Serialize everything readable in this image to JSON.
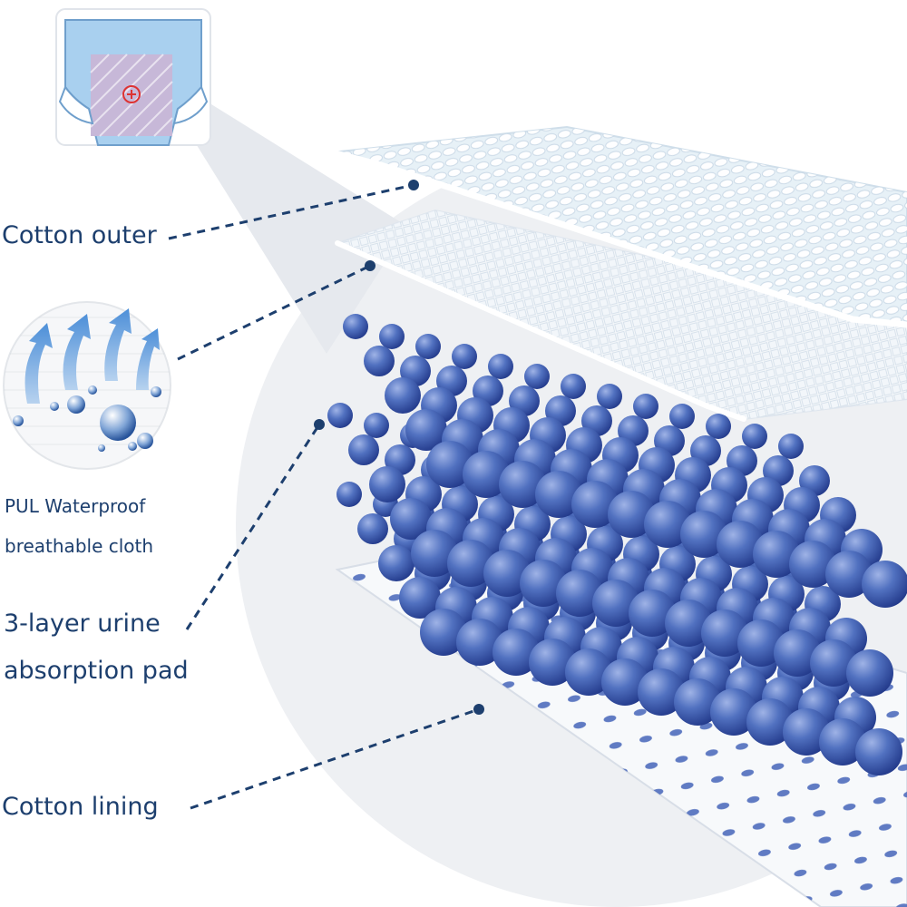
{
  "labels": {
    "cotton_outer": "Cotton outer",
    "pul_line1": "PUL Waterproof",
    "pul_line2": "breathable cloth",
    "absorb_line1": "3-layer urine",
    "absorb_line2": "absorption pad",
    "cotton_lining": "Cotton lining"
  },
  "icons": {
    "thumbnail": "training-pants-icon",
    "breathable": "breathable-fabric-icon"
  },
  "colors": {
    "text": "#1d3f6e",
    "leader": "#1d3f6e",
    "sphere": "#3f5fae",
    "backdrop": "#eef0f3",
    "fabric": "#e7f1f7"
  }
}
